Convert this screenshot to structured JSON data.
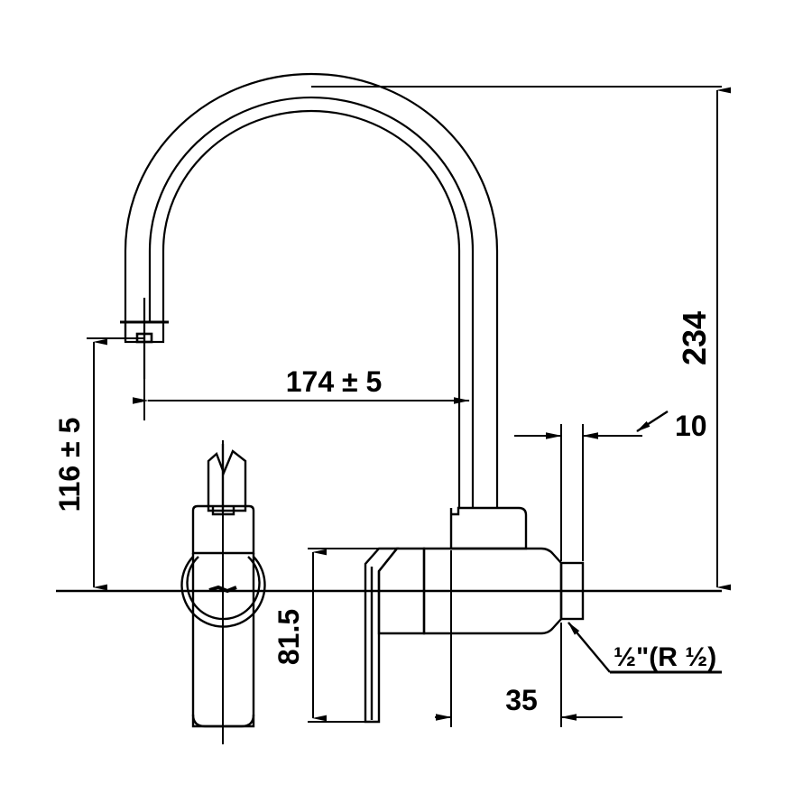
{
  "drawing": {
    "type": "engineering-dimension-drawing",
    "subject": "wall-mounted gooseneck kitchen mixer faucet",
    "views": [
      "front elevation (handle)",
      "side elevation (spout & body)"
    ],
    "units": "mm",
    "line_color": "#000000",
    "background_color": "#ffffff"
  },
  "dimensions": {
    "height_overall": {
      "label": "234",
      "value": 234,
      "orientation": "vertical",
      "tolerance": ""
    },
    "spout_reach": {
      "label": "174 ± 5",
      "value": 174,
      "orientation": "horizontal",
      "tolerance": "± 5"
    },
    "spout_outlet_height": {
      "label": "116 ± 5",
      "value": 116,
      "orientation": "vertical",
      "tolerance": "± 5"
    },
    "body_height": {
      "label": "81.5",
      "value": 81.5,
      "orientation": "vertical",
      "tolerance": ""
    },
    "wall_offset": {
      "label": "35",
      "value": 35,
      "orientation": "horizontal",
      "tolerance": ""
    },
    "flange_thickness": {
      "label": "10",
      "value": 10,
      "orientation": "horizontal",
      "tolerance": ""
    }
  },
  "callouts": {
    "thread_spec": {
      "label": "½\"(R ½)",
      "description": "half inch male thread, R 1/2 taper"
    }
  }
}
